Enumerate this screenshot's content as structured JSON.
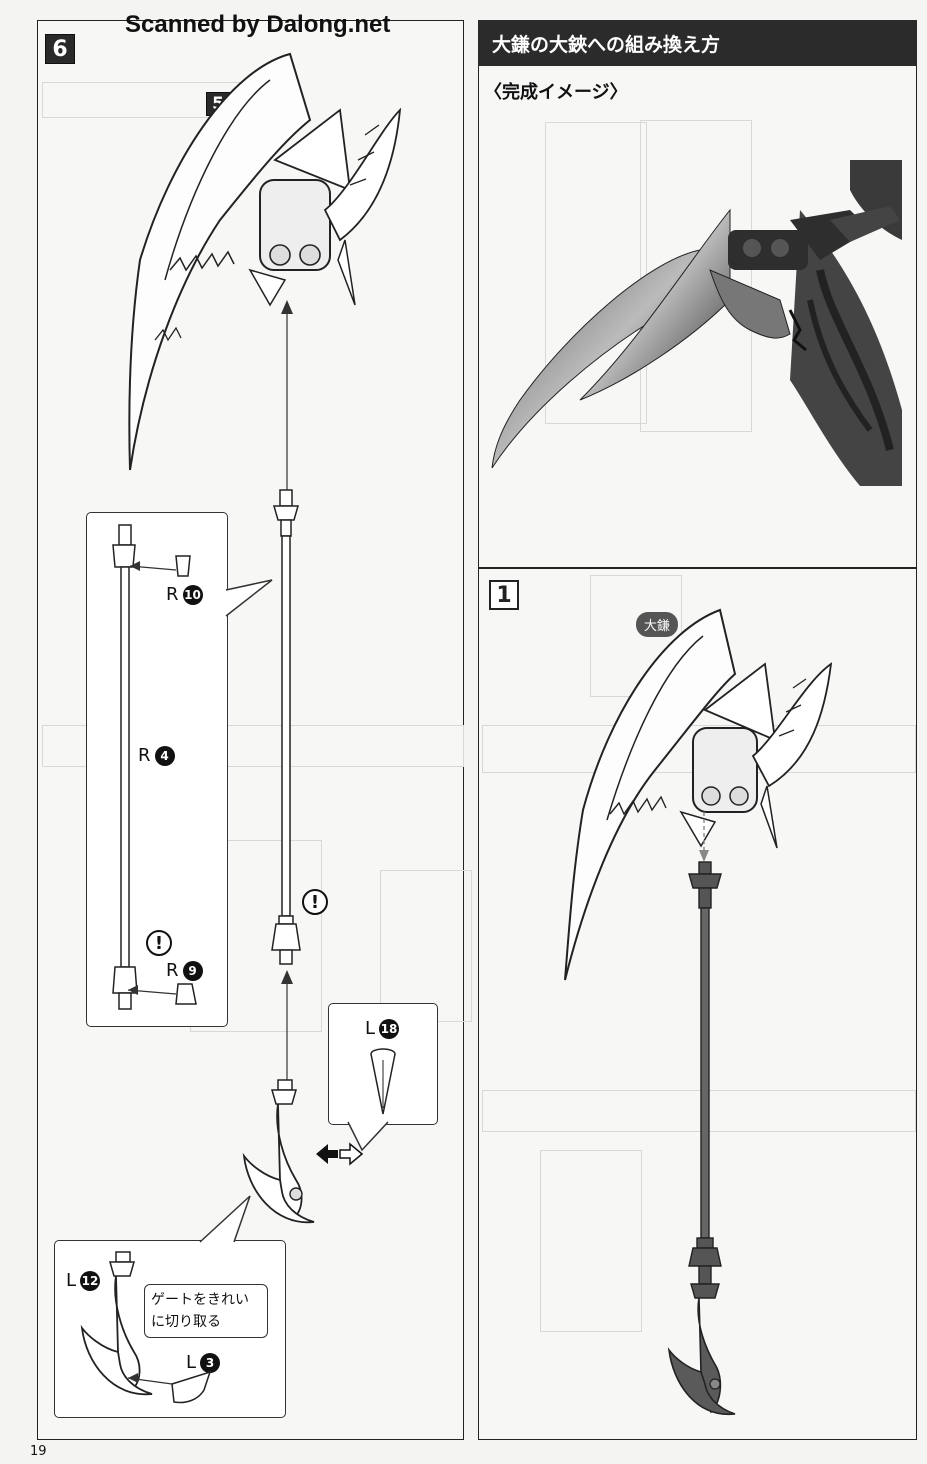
{
  "watermark": "Scanned by Dalong.net",
  "page_number": "19",
  "left_panel": {
    "step": "6",
    "sub_step": "5",
    "labels": {
      "r10": {
        "letter": "R",
        "num": "10"
      },
      "r4": {
        "letter": "R",
        "num": "4"
      },
      "r9": {
        "letter": "R",
        "num": "9"
      },
      "l18": {
        "letter": "L",
        "num": "18"
      },
      "l12": {
        "letter": "L",
        "num": "12"
      },
      "l3": {
        "letter": "L",
        "num": "3"
      }
    },
    "warning_mark": "!",
    "gate_note": "ゲートをきれい\nに切り取る"
  },
  "right_panel": {
    "header": "大鎌の大鋏への組み換え方",
    "subheader": "〈完成イメージ〉",
    "step": "1",
    "part_tag": "大鎌"
  },
  "colors": {
    "header_bg": "#2b2b2b",
    "header_text": "#ffffff",
    "line": "#222222"
  },
  "icons": [
    "warning-icon",
    "arrow-icon",
    "double-arrow-icon",
    "scythe-head-icon",
    "staff-icon"
  ]
}
